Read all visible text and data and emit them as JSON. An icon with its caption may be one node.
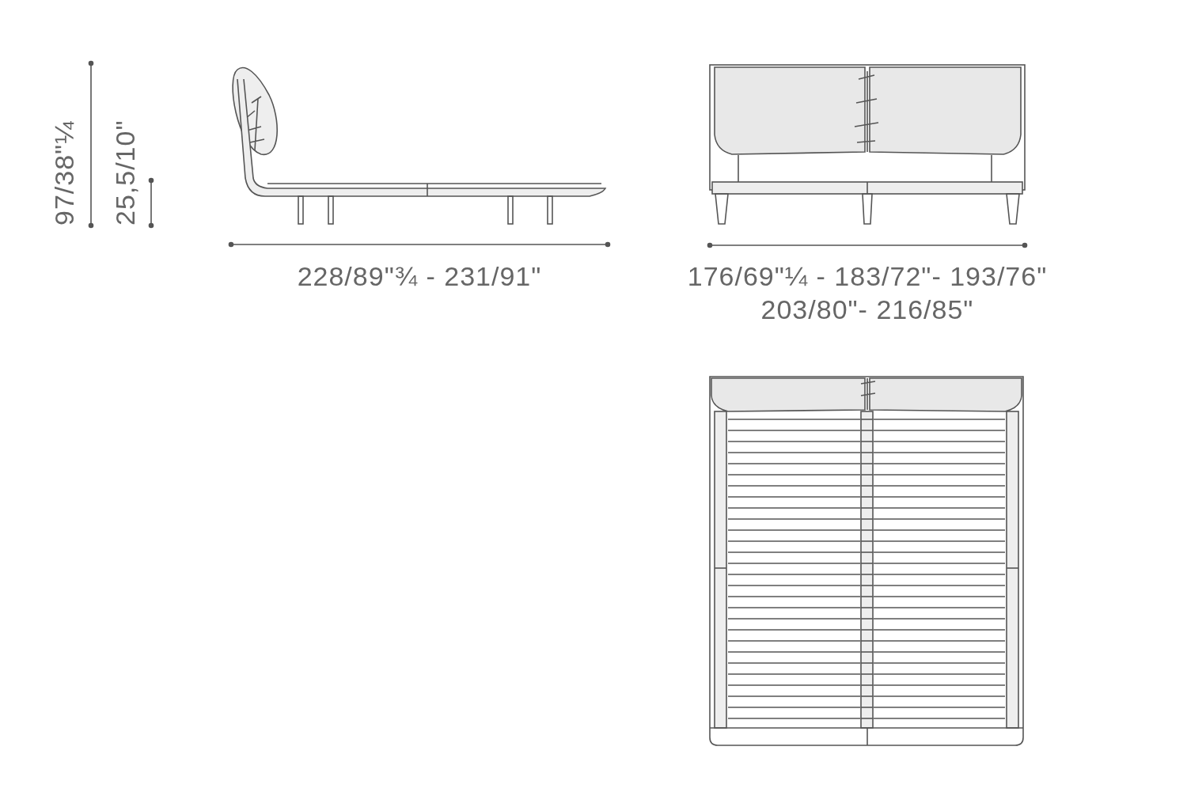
{
  "diagram": {
    "labels": [
      "97/38\"¼",
      "25,5/10\"",
      "228/89\"¾ - 231/91\"",
      "176/69\"¼ - 183/72\"- 193/76\" 203/80\"- 216/85\""
    ]
  }
}
